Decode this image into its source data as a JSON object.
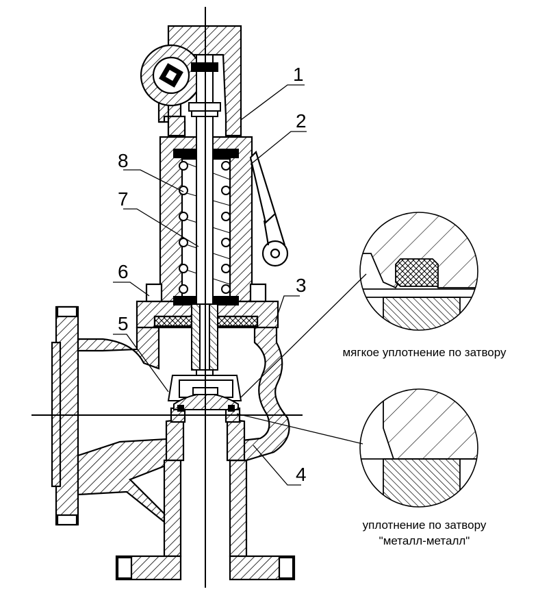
{
  "labels": [
    "1",
    "2",
    "3",
    "4",
    "5",
    "6",
    "7",
    "8"
  ],
  "captions": {
    "soft_seal": "мягкое уплотнение по затвору",
    "metal_seal_line1": "уплотнение по затвору",
    "metal_seal_line2": "\"металл-металл\""
  }
}
